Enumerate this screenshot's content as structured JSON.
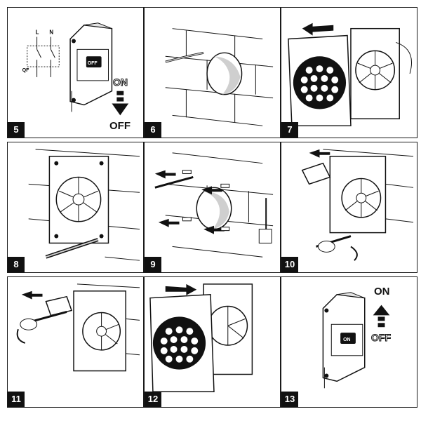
{
  "steps": [
    "5",
    "6",
    "7",
    "8",
    "9",
    "10",
    "11",
    "12",
    "13"
  ],
  "panel5": {
    "label_l": "L",
    "label_n": "N",
    "label_qf": "QF",
    "switch_text": "OFF",
    "on": "ON",
    "off": "OFF"
  },
  "panel13": {
    "switch_text": "ON",
    "on": "ON",
    "off": "OFF"
  },
  "colors": {
    "ink": "#111111",
    "paper": "#ffffff",
    "shade": "#cfcfcf"
  }
}
